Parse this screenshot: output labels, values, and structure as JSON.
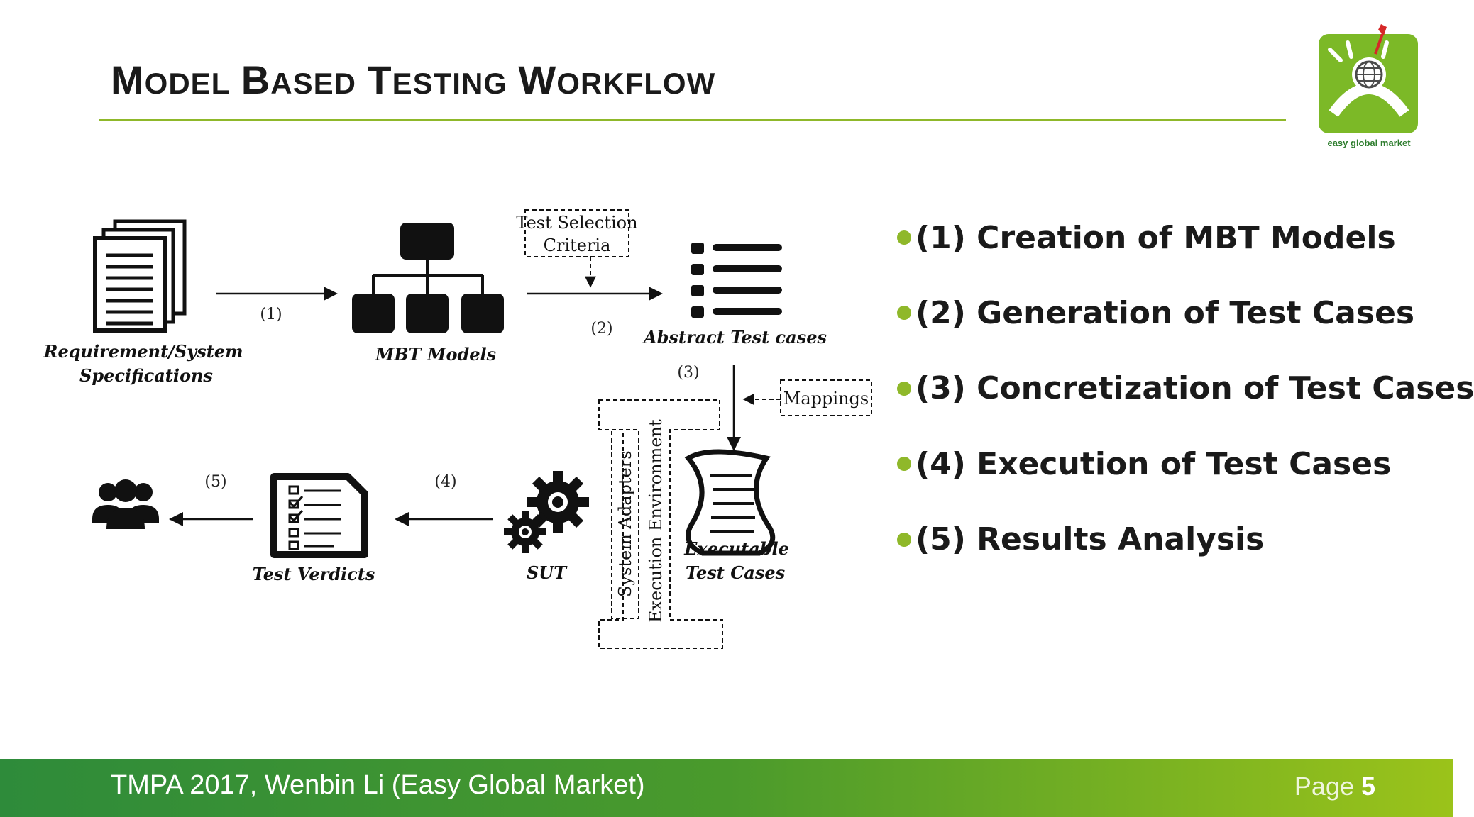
{
  "title": {
    "words": [
      {
        "initial": "M",
        "rest": "ODEL"
      },
      {
        "initial": "B",
        "rest": "ASED"
      },
      {
        "initial": "T",
        "rest": "ESTING"
      },
      {
        "initial": "W",
        "rest": "ORKFLOW"
      }
    ]
  },
  "logo": {
    "text": "easy global market",
    "icon": "globe-icon"
  },
  "diagram": {
    "req_label_1": "Requirement/System",
    "req_label_2": "Specifications",
    "mbt_label": "MBT Models",
    "criteria_1": "Test Selection",
    "criteria_2": "Criteria",
    "abstract_label": "Abstract Test cases",
    "mappings": "Mappings",
    "executable_1": "Executable",
    "executable_2": "Test Cases",
    "adapters": "System Adapters",
    "environment": "Execution Environment",
    "sut": "SUT",
    "verdicts": "Test Verdicts",
    "step1": "(1)",
    "step2": "(2)",
    "step3": "(3)",
    "step4": "(4)",
    "step5": "(5)"
  },
  "bullets": [
    "(1) Creation of MBT Models",
    "(2) Generation of Test Cases",
    "(3) Concretization of Test Cases",
    "(4) Execution of Test Cases",
    "(5) Results Analysis"
  ],
  "footer": {
    "text": "TMPA 2017, Wenbin Li (Easy Global Market)",
    "page_label": "Page",
    "page_number": "5"
  },
  "colors": {
    "accent": "#8fb82a",
    "footer_start": "#2e8b3a",
    "footer_end": "#9bc31a"
  }
}
